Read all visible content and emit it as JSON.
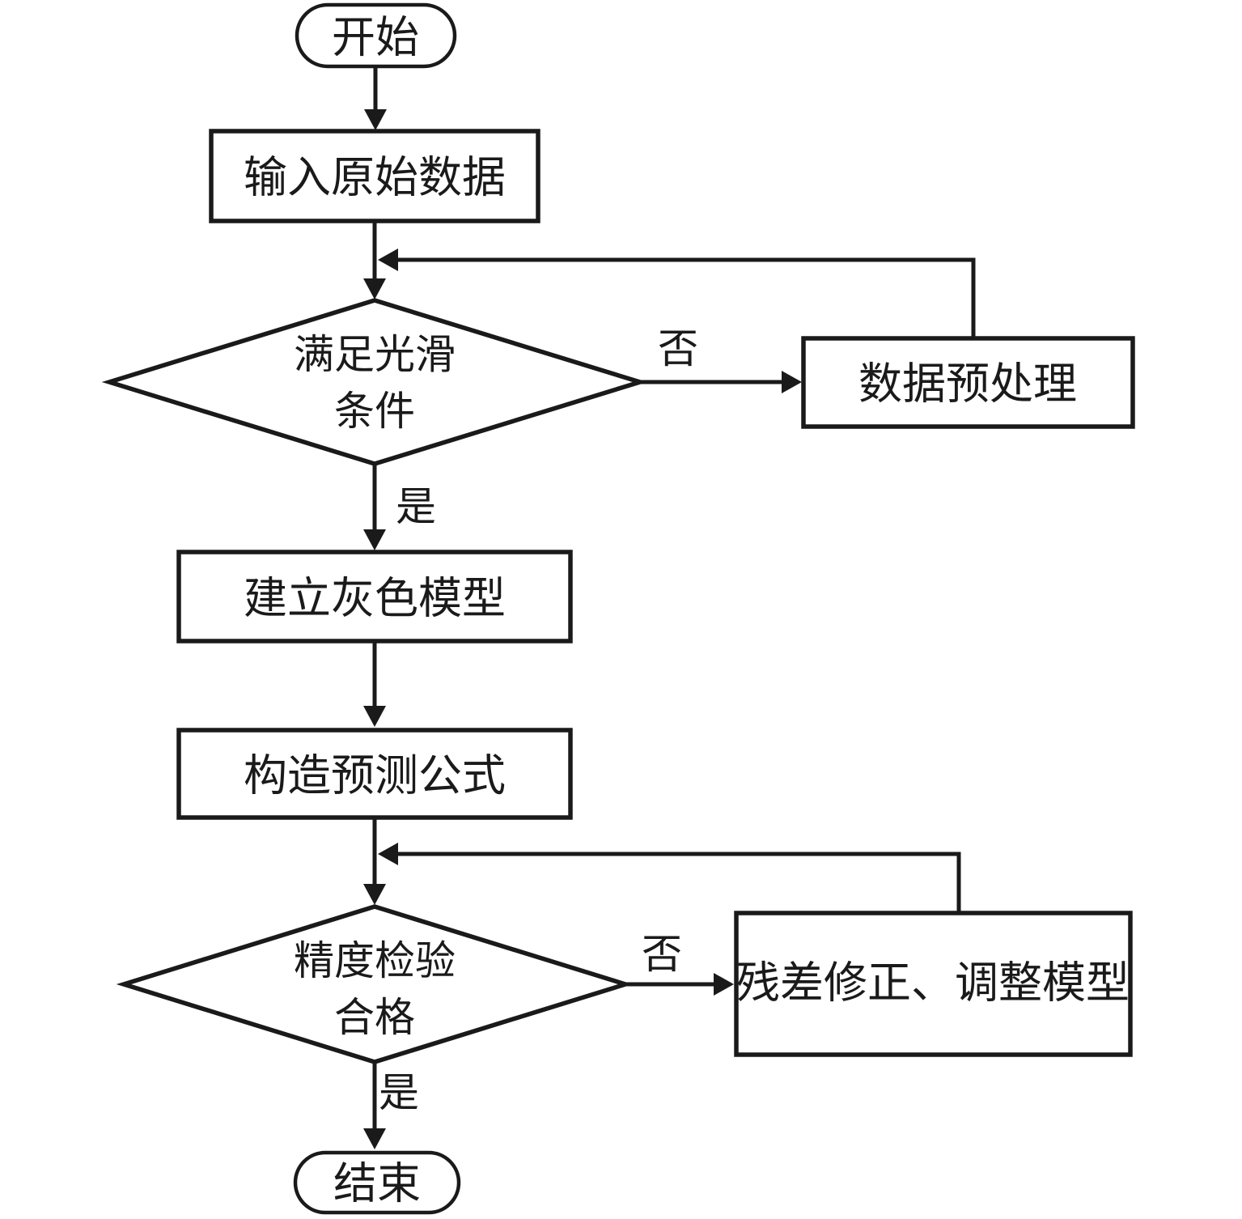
{
  "diagram": {
    "title": "grey-model-forecast-flowchart",
    "colors": {
      "stroke": "#1a1a1a",
      "fill": "#ffffff",
      "text": "#1a1a1a"
    },
    "nodes": {
      "start": {
        "type": "terminator",
        "label": "开始"
      },
      "input_raw_data": {
        "type": "process",
        "label": "输入原始数据"
      },
      "smooth_condition": {
        "type": "decision",
        "lines": [
          "满足光滑",
          "条件"
        ]
      },
      "data_preprocess": {
        "type": "process",
        "label": "数据预处理"
      },
      "build_grey_model": {
        "type": "process",
        "label": "建立灰色模型"
      },
      "construct_formula": {
        "type": "process",
        "label": "构造预测公式"
      },
      "precision_check": {
        "type": "decision",
        "lines": [
          "精度检验",
          "合格"
        ]
      },
      "residual_correction": {
        "type": "process",
        "label": "残差修正、调整模型"
      },
      "end": {
        "type": "terminator",
        "label": "结束"
      }
    },
    "edge_labels": {
      "decision1_no": "否",
      "decision1_yes": "是",
      "decision2_no": "否",
      "decision2_yes": "是"
    }
  }
}
